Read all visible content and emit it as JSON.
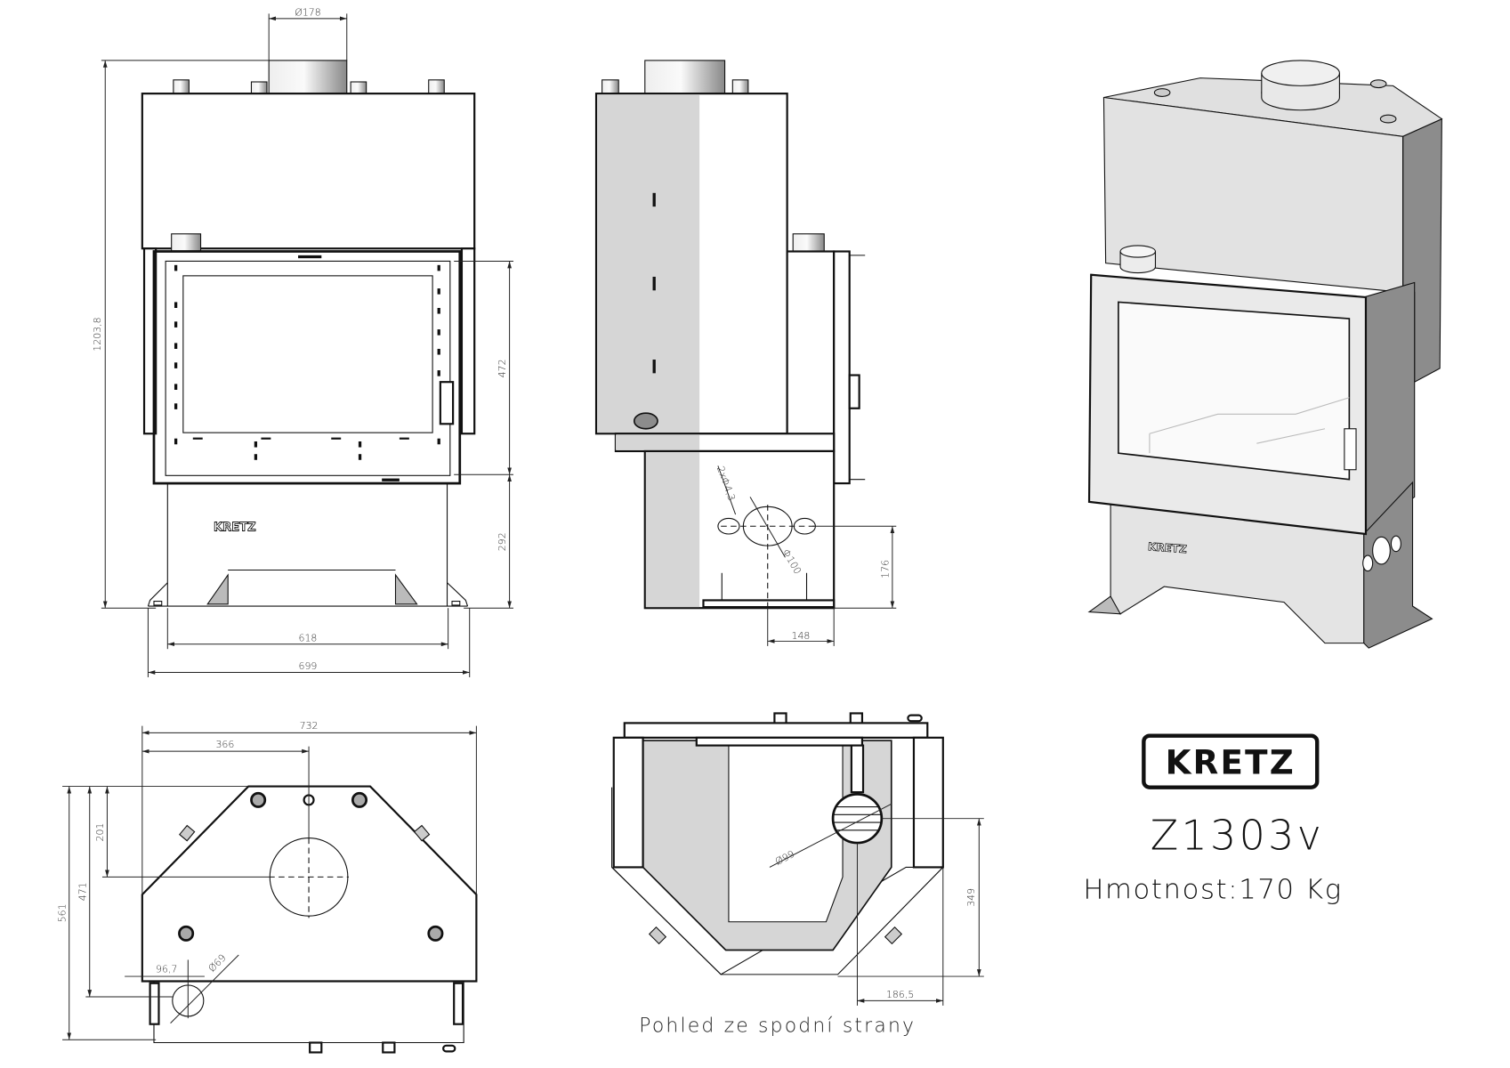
{
  "front_view": {
    "dims": {
      "flue_diameter": "Ø178",
      "total_height": "1203,8",
      "door_height": "472",
      "base_height": "292",
      "inner_width": "618",
      "outer_width": "699"
    },
    "brand_plate": "KRETZ"
  },
  "side_view": {
    "dims": {
      "small_holes": "2xΦ4,3",
      "pipe_diameter": "Φ100",
      "hole_height": "176",
      "hole_offset": "148"
    }
  },
  "top_view": {
    "dims": {
      "width": "732",
      "half_width": "366",
      "flue_depth": "201",
      "pipe_depth": "471",
      "total_depth": "561",
      "pipe_offset": "96,7",
      "pipe_diameter": "Ø69"
    }
  },
  "bottom_view": {
    "dims": {
      "pipe_diameter": "Ø99",
      "hole_depth": "349",
      "hole_offset": "186,5"
    },
    "caption": "Pohled ze spodní strany"
  },
  "perspective_view": {
    "brand_plate": "KRETZ"
  },
  "title_block": {
    "logo": "KRETZ",
    "model": "Z1303v",
    "weight": "Hmotnost:170 Kg"
  },
  "colors": {
    "line": "#111111",
    "shade": "#d6d6d6",
    "dark_side": "#8c8c8c"
  }
}
